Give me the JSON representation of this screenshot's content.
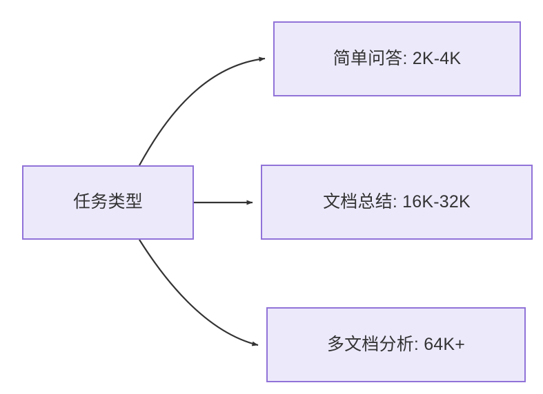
{
  "diagram": {
    "type": "flowchart",
    "direction": "left-to-right",
    "background_color": "#ffffff",
    "node_fill_color": "#ece9fb",
    "node_border_color": "#9072d8",
    "node_text_color": "#333333",
    "edge_color": "#333333",
    "nodes": [
      {
        "id": "root",
        "label": "任务类型",
        "role": "source"
      },
      {
        "id": "simple-qa",
        "label": "简单问答: 2K-4K",
        "role": "target"
      },
      {
        "id": "doc-sum",
        "label": "文档总结: 16K-32K",
        "role": "target"
      },
      {
        "id": "multi-doc",
        "label": "多文档分析: 64K+",
        "role": "target"
      }
    ],
    "edges": [
      {
        "from": "root",
        "to": "simple-qa",
        "label": "",
        "style": "curved",
        "arrowhead": "filled-triangle"
      },
      {
        "from": "root",
        "to": "doc-sum",
        "label": "",
        "style": "straight",
        "arrowhead": "filled-triangle"
      },
      {
        "from": "root",
        "to": "multi-doc",
        "label": "",
        "style": "curved",
        "arrowhead": "filled-triangle"
      }
    ]
  }
}
